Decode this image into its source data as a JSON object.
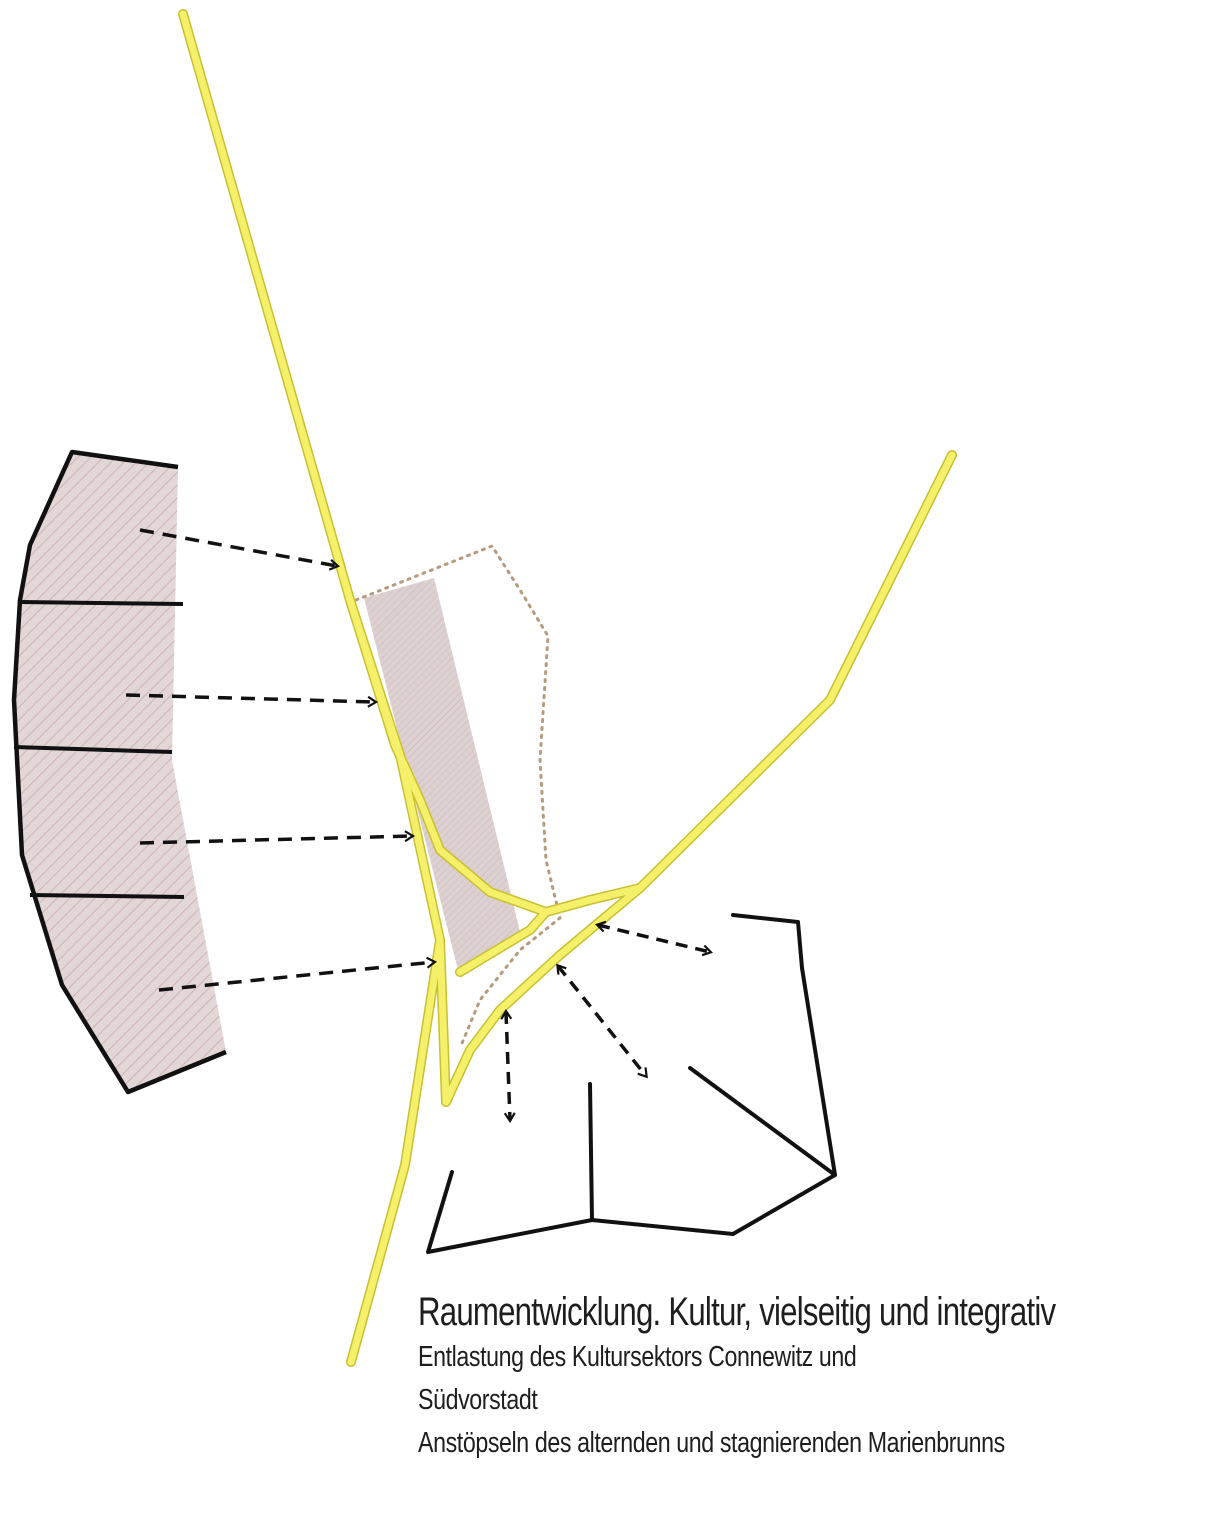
{
  "caption": {
    "title": "Raumentwicklung. Kultur, vielseitig und integrativ",
    "lines": [
      "Entlastung des Kultursektors Connewitz und",
      "Südvorstadt",
      "Anstöpseln des alternden und stagnierenden Marienbrunns"
    ]
  },
  "colors": {
    "road": "#f5f06a",
    "road_outline": "#c8c032",
    "hatch_fill": "#e2d6d6",
    "hatch_line": "#c9a8a8",
    "ink": "#111111",
    "dotted_boundary": "#b59a7c",
    "text": "#1e1e1e"
  }
}
